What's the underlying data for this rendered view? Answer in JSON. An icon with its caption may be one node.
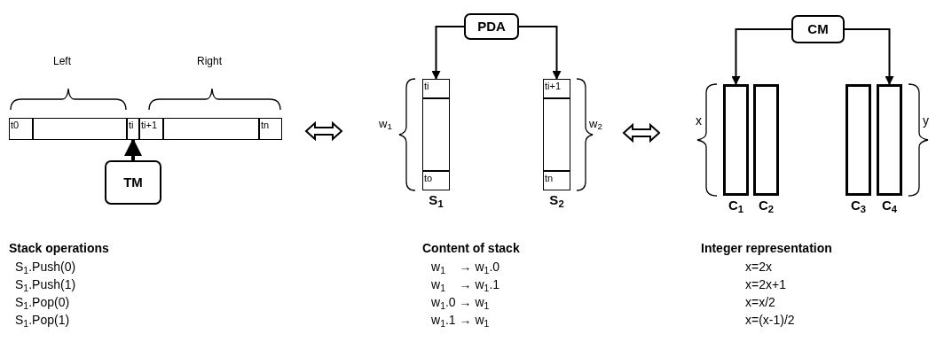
{
  "diagram": {
    "nodes": [
      {
        "text": [],
        "shape": "bar"
      },
      {
        "text": [
          "t0"
        ],
        "in": 0
      },
      {
        "text": [],
        "shape": "box",
        "in": 0
      },
      {
        "text": [
          "ti"
        ],
        "in": 0
      },
      {
        "text": [
          "ti+1"
        ],
        "in": 0
      },
      {
        "text": [],
        "shape": "box",
        "in": 0
      },
      {
        "text": [
          "tn"
        ],
        "in": 0
      },
      {
        "text": [
          "TM"
        ]
      },
      {
        "text": [
          "PDA"
        ]
      },
      {
        "text": [],
        "shape": "box",
        "beside": [
          "S$_{1}$"
        ]
      },
      {
        "text": [
          "ti"
        ],
        "in": 9
      },
      {
        "text": [],
        "shape": "box",
        "in": 9
      },
      {
        "text": [
          "to"
        ],
        "in": 9
      },
      {
        "text": [],
        "shape": "box",
        "beside": [
          "S$_{2}$"
        ]
      },
      {
        "text": [
          "ti+1"
        ],
        "in": 13
      },
      {
        "text": [],
        "shape": "box",
        "in": 13
      },
      {
        "text": [
          "tn"
        ],
        "in": 13
      },
      {
        "text": [
          "CM"
        ]
      },
      {
        "text": [],
        "shape": "box",
        "beside": [
          "C$_{1}$"
        ]
      },
      {
        "text": [],
        "shape": "box",
        "beside": [
          "C$_{2}$"
        ]
      },
      {
        "text": [],
        "shape": "box",
        "beside": [
          "C$_{3}$"
        ]
      },
      {
        "text": [],
        "shape": "box",
        "beside": [
          "C$_{4}$"
        ]
      }
    ],
    "edges": [
      {
        "from": 7,
        "to": 3,
        "arrow": "to",
        "style": "thick"
      },
      {
        "from": 8,
        "to": 9,
        "arrow": "to"
      },
      {
        "from": 8,
        "to": 13,
        "arrow": "to"
      },
      {
        "from": 17,
        "to": 18,
        "arrow": "to"
      },
      {
        "from": 17,
        "to": 21,
        "arrow": "to"
      }
    ],
    "labels": [
      "Left",
      "Right",
      "w$_{1}$",
      "w$_{2}$",
      "x",
      "y",
      "Stack operations",
      "S$_{1}$.Push(0)",
      "S$_{1}$.Push(1)",
      "S$_{1}$.Pop(0)",
      "S$_{1}$.Pop(1)",
      "Content of stack",
      "w$_{1}$    → w$_{1}$.0",
      "w$_{1}$    → w$_{1}$.1",
      "w$_{1}$.0 → w$_{1}$",
      "w$_{1}$.1 → w$_{1}$",
      "Integer representation",
      "x=2x",
      "x=2x+1",
      "x=x/2",
      "x=(x-1)/2"
    ]
  }
}
